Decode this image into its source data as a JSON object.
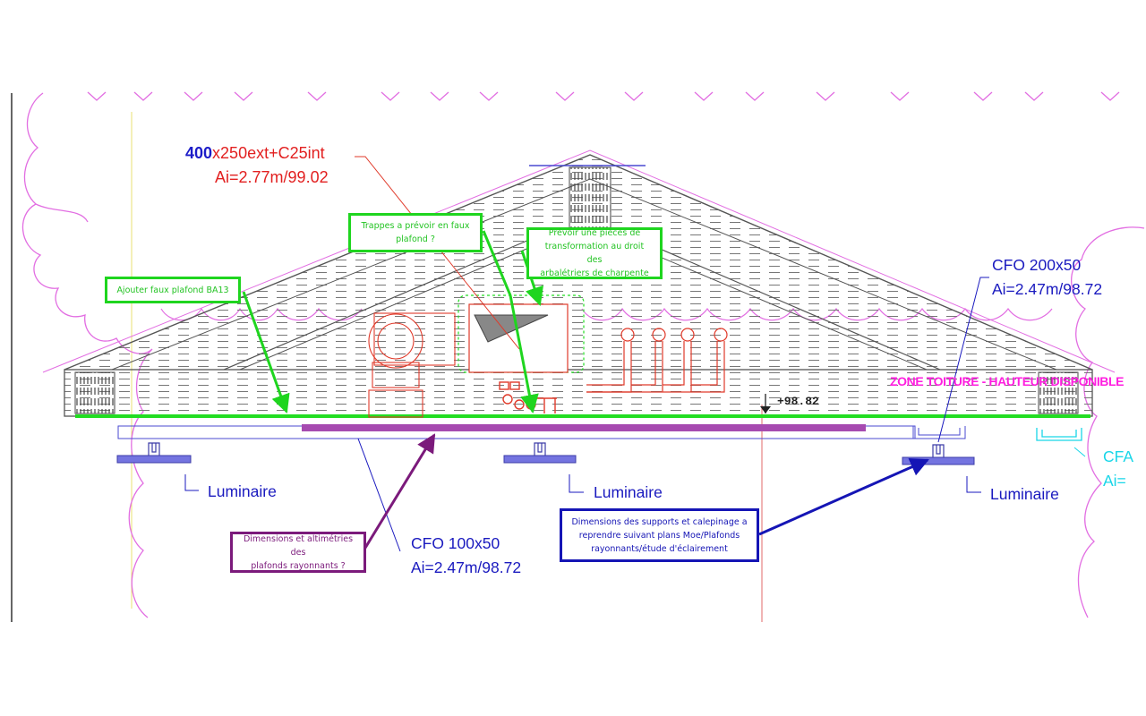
{
  "notes": {
    "faux_plafond": "Ajouter faux plafond BA13",
    "trappes_line1": "Trappes a prévoir en faux",
    "trappes_line2": "plafond ?",
    "prevoir_line1": "Prévoir une pièces de",
    "prevoir_line2": "transformation au droit des",
    "prevoir_line3": "arbalétriers de charpente",
    "dimensions_line1": "Dimensions et altimétries des",
    "dimensions_line2": "plafonds rayonnants ?",
    "supports_line1": "Dimensions des supports et calepinage a",
    "supports_line2": "reprendre suivant plans Moe/Plafonds",
    "supports_line3": "rayonnants/étude d'éclairement"
  },
  "labels": {
    "duct_code_lead": "400",
    "duct_code_rest": "x250ext+C25int",
    "duct_ai": "Ai=2.77m/99.02",
    "cfo_200": "CFO 200x50",
    "cfo_200_ai": "Ai=2.47m/98.72",
    "cfo_100": "CFO 100x50",
    "cfo_100_ai": "Ai=2.47m/98.72",
    "cfa": "CFA",
    "cfa_ai": "Ai=",
    "luminaire_left": "Luminaire",
    "luminaire_mid": "Luminaire",
    "luminaire_right": "Luminaire",
    "zone_toiture": "ZONE TOITURE - HAUTEUR DISPONIBLE",
    "level_mark": "+98.82"
  },
  "colors": {
    "green_note": "#1fd51f",
    "purple_note": "#7b1a7b",
    "blue_note": "#1515b5",
    "cloud_magenta": "#e26ee2",
    "roof_gray": "#555555",
    "duct_red": "#e03a2a",
    "tray_purple": "#a64ab0",
    "luminaire_blue": "#7474e0",
    "cfa_cyan": "#19d6e8",
    "zone_magenta": "#ff1ee0"
  }
}
